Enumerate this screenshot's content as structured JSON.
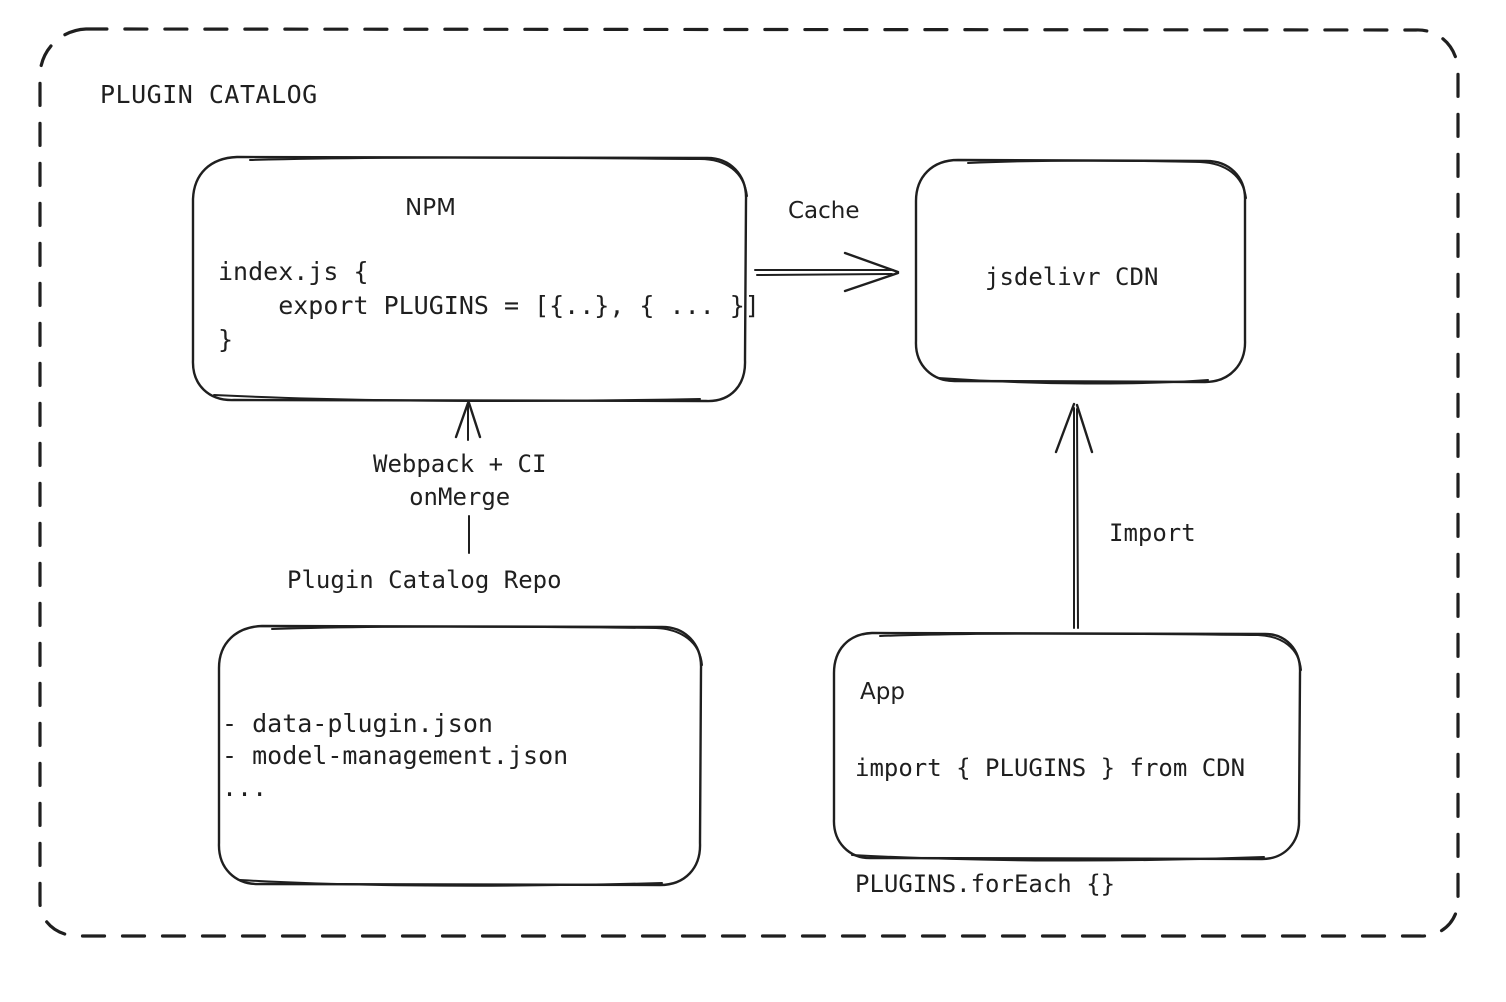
{
  "diagram": {
    "container_label": "PLUGIN CATALOG",
    "style": {
      "stroke": "#1f1f1f",
      "background": "#ffffff"
    }
  },
  "nodes": {
    "npm": {
      "title": "NPM",
      "code": "index.js {\n    export PLUGINS = [{..}, { ... }]\n}"
    },
    "cdn": {
      "title": "jsdelivr CDN"
    },
    "repo": {
      "title": "Plugin Catalog Repo",
      "files": "- data-plugin.json\n- model-management.json\n..."
    },
    "app": {
      "title": "App",
      "code": "import { PLUGINS } from CDN\n\nPLUGINS.forEach {}"
    }
  },
  "edges": {
    "npm_to_cdn": {
      "label": "Cache"
    },
    "repo_to_npm": {
      "label": "Webpack + CI\nonMerge"
    },
    "app_to_cdn": {
      "label": "Import"
    }
  }
}
